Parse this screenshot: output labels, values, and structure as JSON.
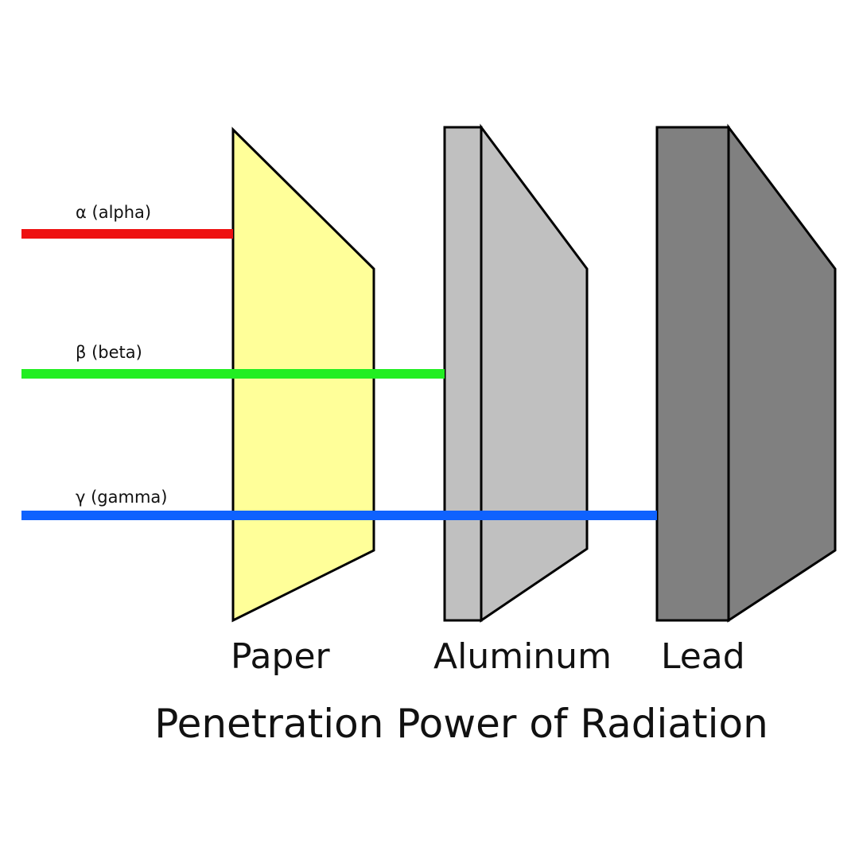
{
  "title": "Penetration Power of Radiation",
  "rays": {
    "alpha": {
      "label": "α (alpha)",
      "color": "#ee1111"
    },
    "beta": {
      "label": "β (beta)",
      "color": "#22ee22"
    },
    "gamma": {
      "label": "γ (gamma)",
      "color": "#0f62fe"
    }
  },
  "shields": {
    "paper": {
      "label": "Paper",
      "color": "#ffff99"
    },
    "aluminum": {
      "label": "Aluminum",
      "color": "#c0c0c0"
    },
    "lead": {
      "label": "Lead",
      "color": "#808080"
    }
  }
}
